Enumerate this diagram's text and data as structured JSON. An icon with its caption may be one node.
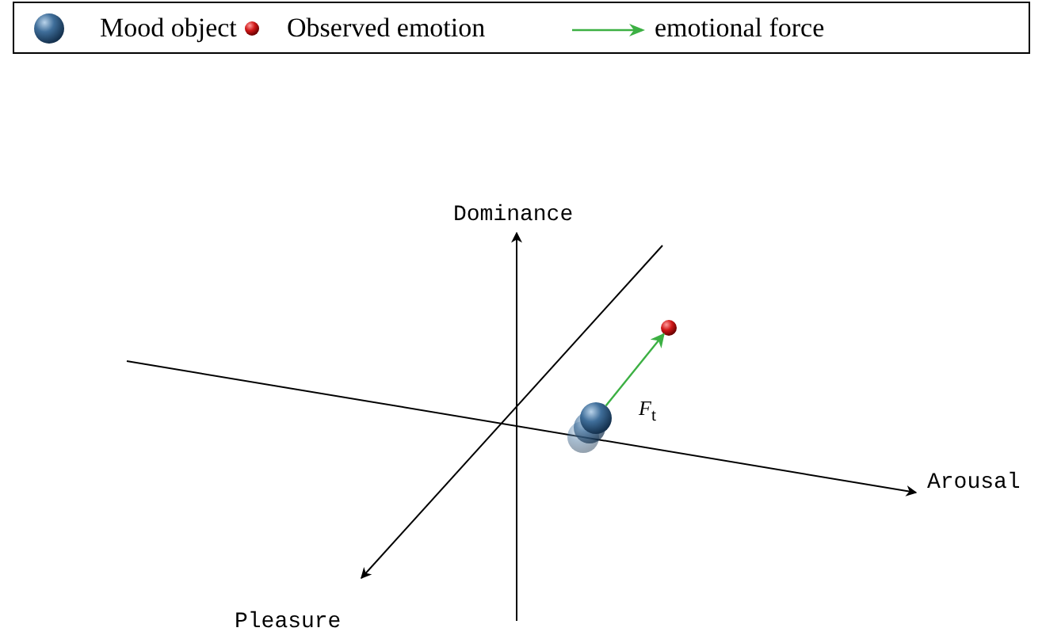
{
  "diagram": {
    "nodes": [
      {
        "text": [],
        "shape": "circle"
      },
      {
        "text": [],
        "shape": "circle"
      },
      {
        "text": [],
        "shape": "circle"
      },
      {
        "text": [],
        "shape": "circle"
      }
    ],
    "edges": [
      {
        "from": 2,
        "to": 3,
        "arrow": "to",
        "color": "#3cb043",
        "label": "*F*$_{t}$"
      }
    ],
    "labels": [
      "Dominance",
      "Arousal",
      "Pleasure"
    ],
    "legend": [
      {
        "text": "Mood object"
      },
      {
        "text": "Observed emotion"
      },
      {
        "text": "emotional force"
      }
    ]
  }
}
